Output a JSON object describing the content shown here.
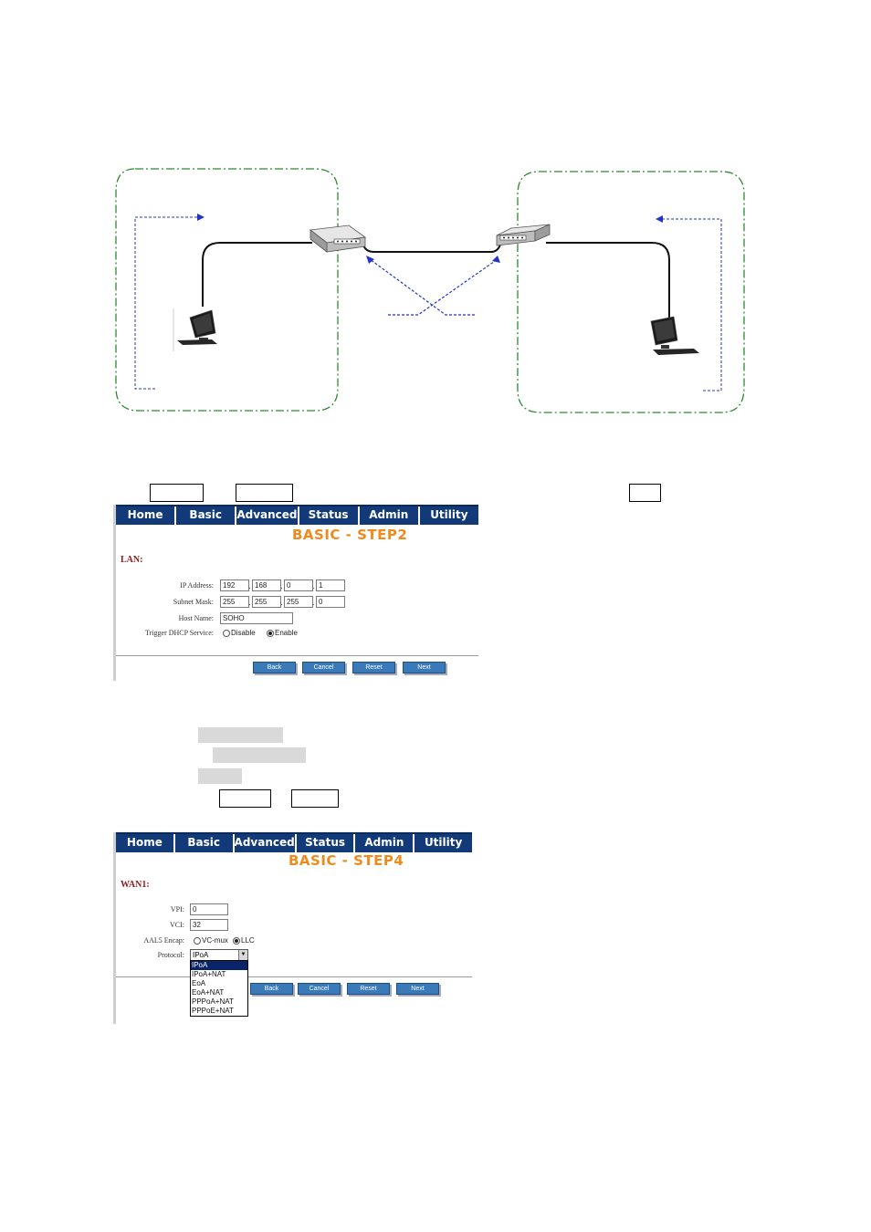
{
  "step2": {
    "nav": [
      "Home",
      "Basic",
      "Advanced",
      "Status",
      "Admin",
      "Utility"
    ],
    "title": "BASIC - STEP2",
    "section": "LAN:",
    "labels": {
      "ip": "IP Address:",
      "mask": "Subnet Mask:",
      "host": "Host Name:",
      "dhcp": "Trigger DHCP Service:"
    },
    "ip": [
      "192",
      "168",
      "0",
      "1"
    ],
    "mask": [
      "255",
      "255",
      "255",
      "0"
    ],
    "host_name": "SOHO",
    "dhcp_options": {
      "disable": "Disable",
      "enable": "Enable"
    },
    "dhcp_selected": "enable",
    "buttons": [
      "Back",
      "Cancel",
      "Reset",
      "Next"
    ]
  },
  "step4": {
    "nav": [
      "Home",
      "Basic",
      "Advanced",
      "Status",
      "Admin",
      "Utility"
    ],
    "title": "BASIC - STEP4",
    "section": "WAN1:",
    "labels": {
      "vpi": "VPI:",
      "vci": "VCI:",
      "encap": "AAL5 Encap:",
      "protocol": "Protocol:"
    },
    "vpi": "0",
    "vci": "32",
    "encap_options": {
      "vcmux": "VC-mux",
      "llc": "LLC"
    },
    "encap_selected": "llc",
    "protocol_selected": "IPoA",
    "protocol_options": [
      "IPoA",
      "IPoA+NAT",
      "EoA",
      "EoA+NAT",
      "PPPoA+NAT",
      "PPPoE+NAT"
    ],
    "buttons": [
      "Back",
      "Cancel",
      "Reset",
      "Next"
    ]
  }
}
